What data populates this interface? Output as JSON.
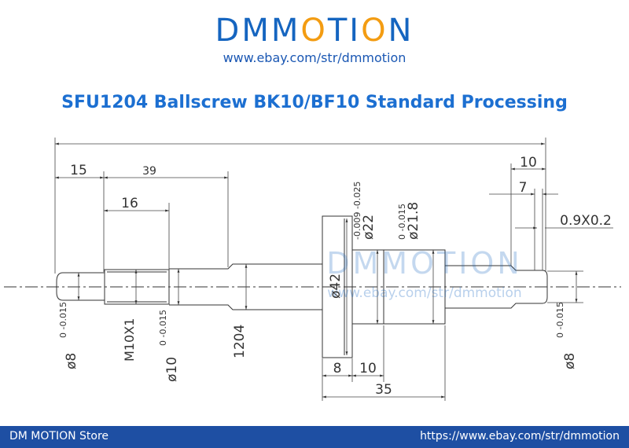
{
  "header": {
    "brand_pre": "DMM",
    "brand_o": "O",
    "brand_mid": "TI",
    "brand_o2": "O",
    "brand_post": "N",
    "url": "www.ebay.com/str/dmmotion",
    "title": "SFU1204 Ballscrew BK10/BF10 Standard Processing"
  },
  "drawing": {
    "dim_15": "15",
    "dim_39": "39",
    "dim_16": "16",
    "dim_10_top": "10",
    "dim_7": "7",
    "dim_chamfer": "0.9X0.2",
    "dim_phi22": "ø22",
    "tol_phi22": "-0.009 -0.025",
    "dim_phi218": "ø21.8",
    "tol_phi218": "0 -0.015",
    "dim_phi42": "ø42",
    "dim_phi8_left": "ø8",
    "tol_phi8_left": "0 -0.015",
    "dim_m10": "M10X1",
    "dim_phi10": "ø10",
    "tol_phi10": "0 -0.015",
    "dim_1204": "1204",
    "dim_phi8_right": "ø8",
    "tol_phi8_right": "0 -0.015",
    "dim_8": "8",
    "dim_10_bottom": "10",
    "dim_35": "35",
    "watermark_brand": "DMMOTION",
    "watermark_url": "www.ebay.com/str/dmmotion"
  },
  "footer": {
    "store": "DM MOTION Store",
    "link": "https://www.ebay.com/str/dmmotion"
  },
  "colors": {
    "brand_blue": "#1565c0",
    "brand_orange": "#f39c12",
    "footer_bg": "#1e4fa3"
  }
}
